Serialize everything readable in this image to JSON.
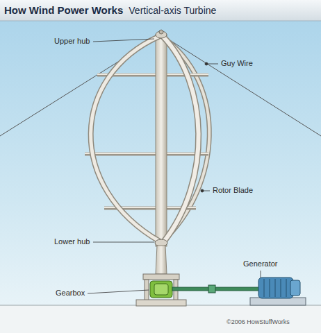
{
  "diagram": {
    "title": "How Wind Power Works",
    "labels": [
      "Vertical-axis Turbine",
      "Upper hub",
      "Guy Wire",
      "Rotor Blade",
      "Lower hub",
      "Generator",
      "Gearbox",
      "©2006 HowStuffWorks"
    ]
  }
}
